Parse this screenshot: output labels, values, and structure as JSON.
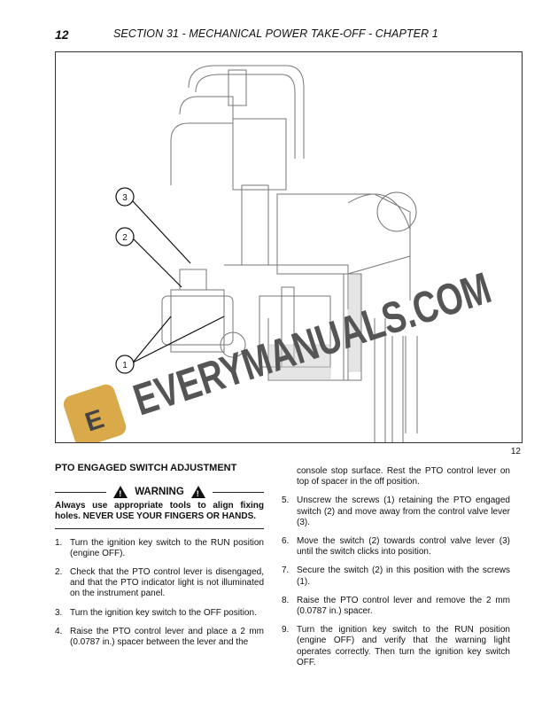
{
  "header": {
    "page_number": "12",
    "section_title": "SECTION 31 - MECHANICAL POWER TAKE-OFF - CHAPTER 1"
  },
  "figure": {
    "number": "12",
    "callouts": [
      "1",
      "2",
      "3"
    ],
    "watermark": "EVERYMANUALS.COM",
    "watermark_color": "#555555",
    "logo_color": "#d9a94a"
  },
  "left": {
    "heading": "PTO ENGAGED SWITCH ADJUSTMENT",
    "warning_label": "WARNING",
    "warning_text": "Always use appropriate tools to align fixing holes. NEVER USE YOUR FINGERS OR HANDS.",
    "steps": [
      {
        "n": "1.",
        "t": "Turn the ignition key switch to the RUN position (engine OFF)."
      },
      {
        "n": "2.",
        "t": "Check that the PTO control lever is disengaged, and that the PTO indicator light is not illuminated on the instrument panel."
      },
      {
        "n": "3.",
        "t": "Turn the ignition key switch to the OFF position."
      },
      {
        "n": "4.",
        "t": "Raise the PTO control lever and place a 2 mm (0.0787 in.) spacer between the lever and the"
      }
    ]
  },
  "right": {
    "continuation": "console stop surface. Rest the PTO control lever on top of spacer in the off position.",
    "steps": [
      {
        "n": "5.",
        "t": "Unscrew the screws (1) retaining the PTO engaged switch (2) and move away from the control valve lever (3)."
      },
      {
        "n": "6.",
        "t": "Move the switch (2) towards control valve lever (3) until the switch clicks into position."
      },
      {
        "n": "7.",
        "t": "Secure the switch (2) in this position with the screws (1)."
      },
      {
        "n": "8.",
        "t": "Raise the PTO control lever and remove the 2 mm (0.0787 in.) spacer."
      },
      {
        "n": "9.",
        "t": "Turn the ignition key switch to the RUN position (engine OFF) and verify that the warning light operates correctly. Then turn the ignition key switch OFF."
      }
    ]
  }
}
